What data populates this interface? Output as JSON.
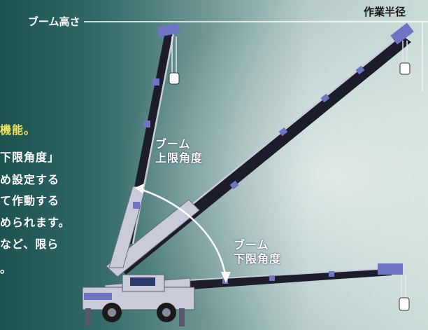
{
  "header": {
    "boom_height_label": "ブーム高さ",
    "working_radius_label": "作業半径"
  },
  "left_text": {
    "line1": "機能。",
    "line2": "下限角度」",
    "line3": "め設定する",
    "line4": "て作動する",
    "line5": "められます。",
    "line6": "など、限ら",
    "line7": "。"
  },
  "labels": {
    "upper_limit_line1": "ブーム",
    "upper_limit_line2": "上限角度",
    "lower_limit_line1": "ブーム",
    "lower_limit_line2": "下限角度"
  },
  "colors": {
    "boom_dark": "#1c1c2a",
    "boom_light": "#c9ccd8",
    "fitting_blue": "#6f74c4",
    "label_yellow": "#f2e15a"
  }
}
